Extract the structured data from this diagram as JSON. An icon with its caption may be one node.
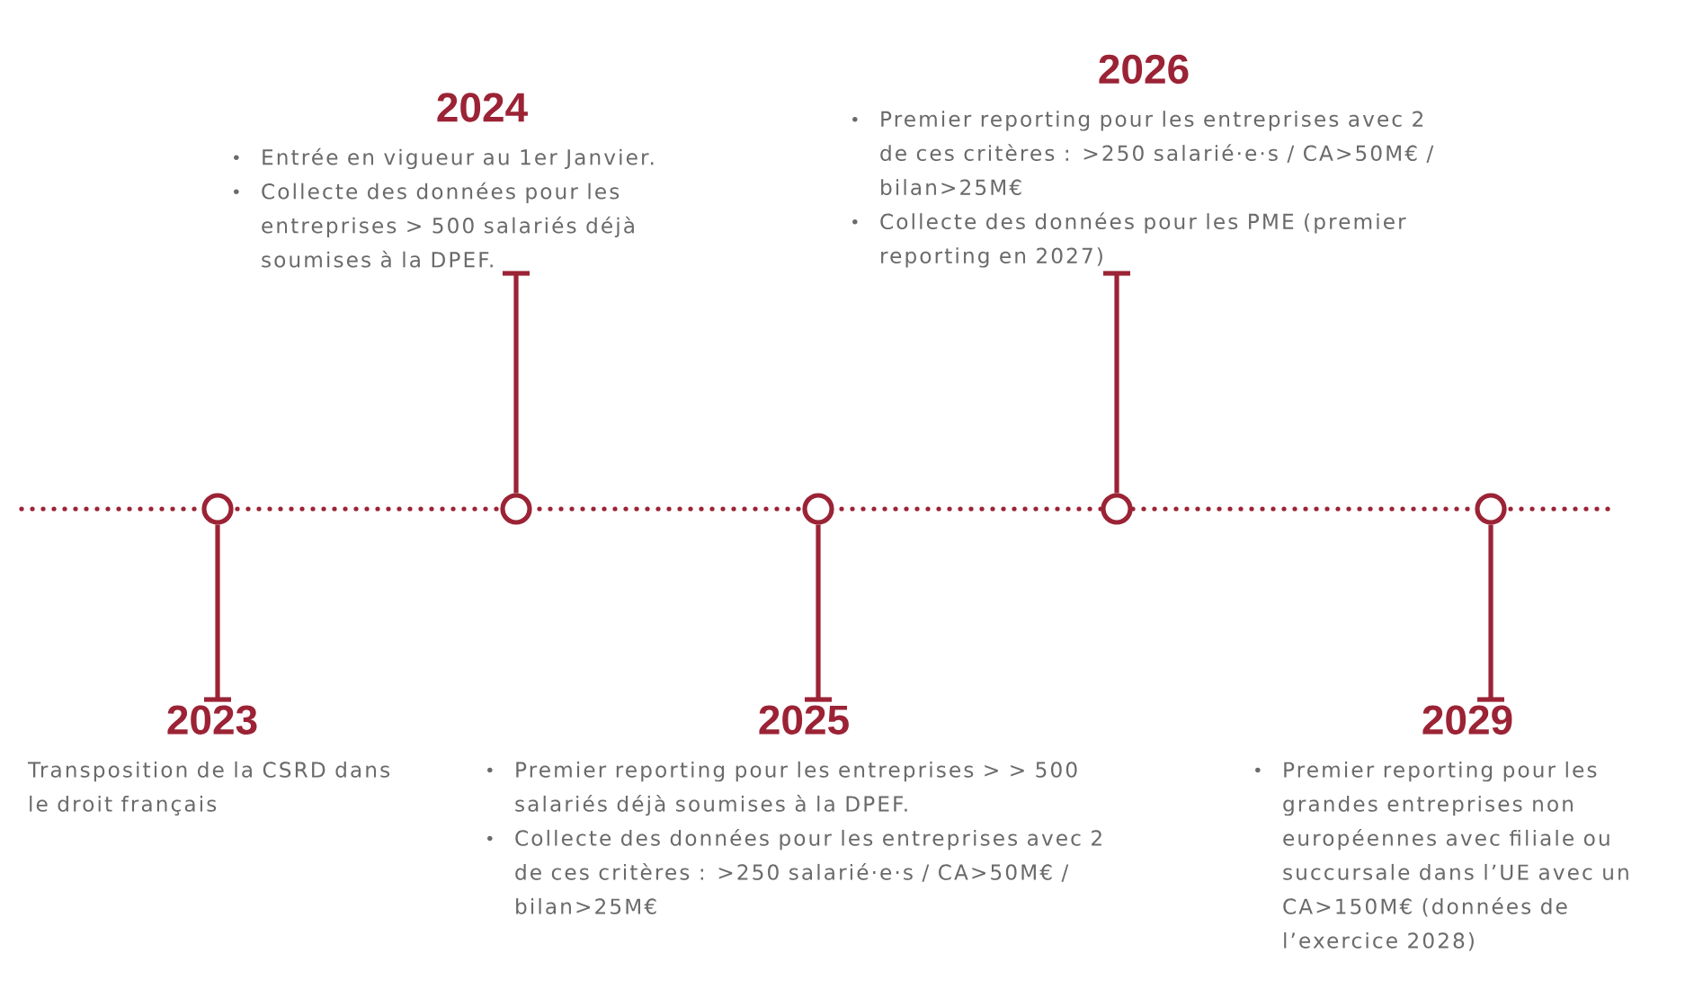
{
  "diagram": {
    "nodes": [
      {
        "text": [
          "2023",
          "Transposition de la CSRD dans le droit français"
        ]
      },
      {
        "text": [
          "2024",
          "Entrée en vigueur au 1er Janvier.",
          "Collecte des données pour les entreprises > 500 salariés déjà soumises à la DPEF."
        ]
      },
      {
        "text": [
          "2025",
          "Premier reporting pour les entreprises > > 500 salariés déjà soumises à la DPEF.",
          "Collecte des données pour les entreprises avec 2 de ces critères : >250 salarié·e·s / CA>50M€ / bilan>25M€"
        ]
      },
      {
        "text": [
          "2026",
          "Premier reporting pour les entreprises avec 2 de ces critères : >250 salarié·e·s / CA>50M€ / bilan>25M€",
          "Collecte des données pour les PME (premier reporting en 2027)"
        ]
      },
      {
        "text": [
          "2029",
          "Premier reporting pour les grandes entreprises non européennes avec filiale ou succursale dans l’UE avec un CA>150M€ (données de l’exercice 2028)"
        ]
      },
      {
        "text": [],
        "shape": "circle"
      },
      {
        "text": [],
        "shape": "circle"
      },
      {
        "text": [],
        "shape": "circle"
      },
      {
        "text": [],
        "shape": "circle"
      },
      {
        "text": [],
        "shape": "circle"
      }
    ],
    "edges": [
      {
        "from": 5,
        "to": 0,
        "arrow": "none"
      },
      {
        "from": 6,
        "to": 1,
        "arrow": "none"
      },
      {
        "from": 7,
        "to": 2,
        "arrow": "none"
      },
      {
        "from": 8,
        "to": 3,
        "arrow": "none"
      },
      {
        "from": 9,
        "to": 4,
        "arrow": "none"
      }
    ]
  }
}
